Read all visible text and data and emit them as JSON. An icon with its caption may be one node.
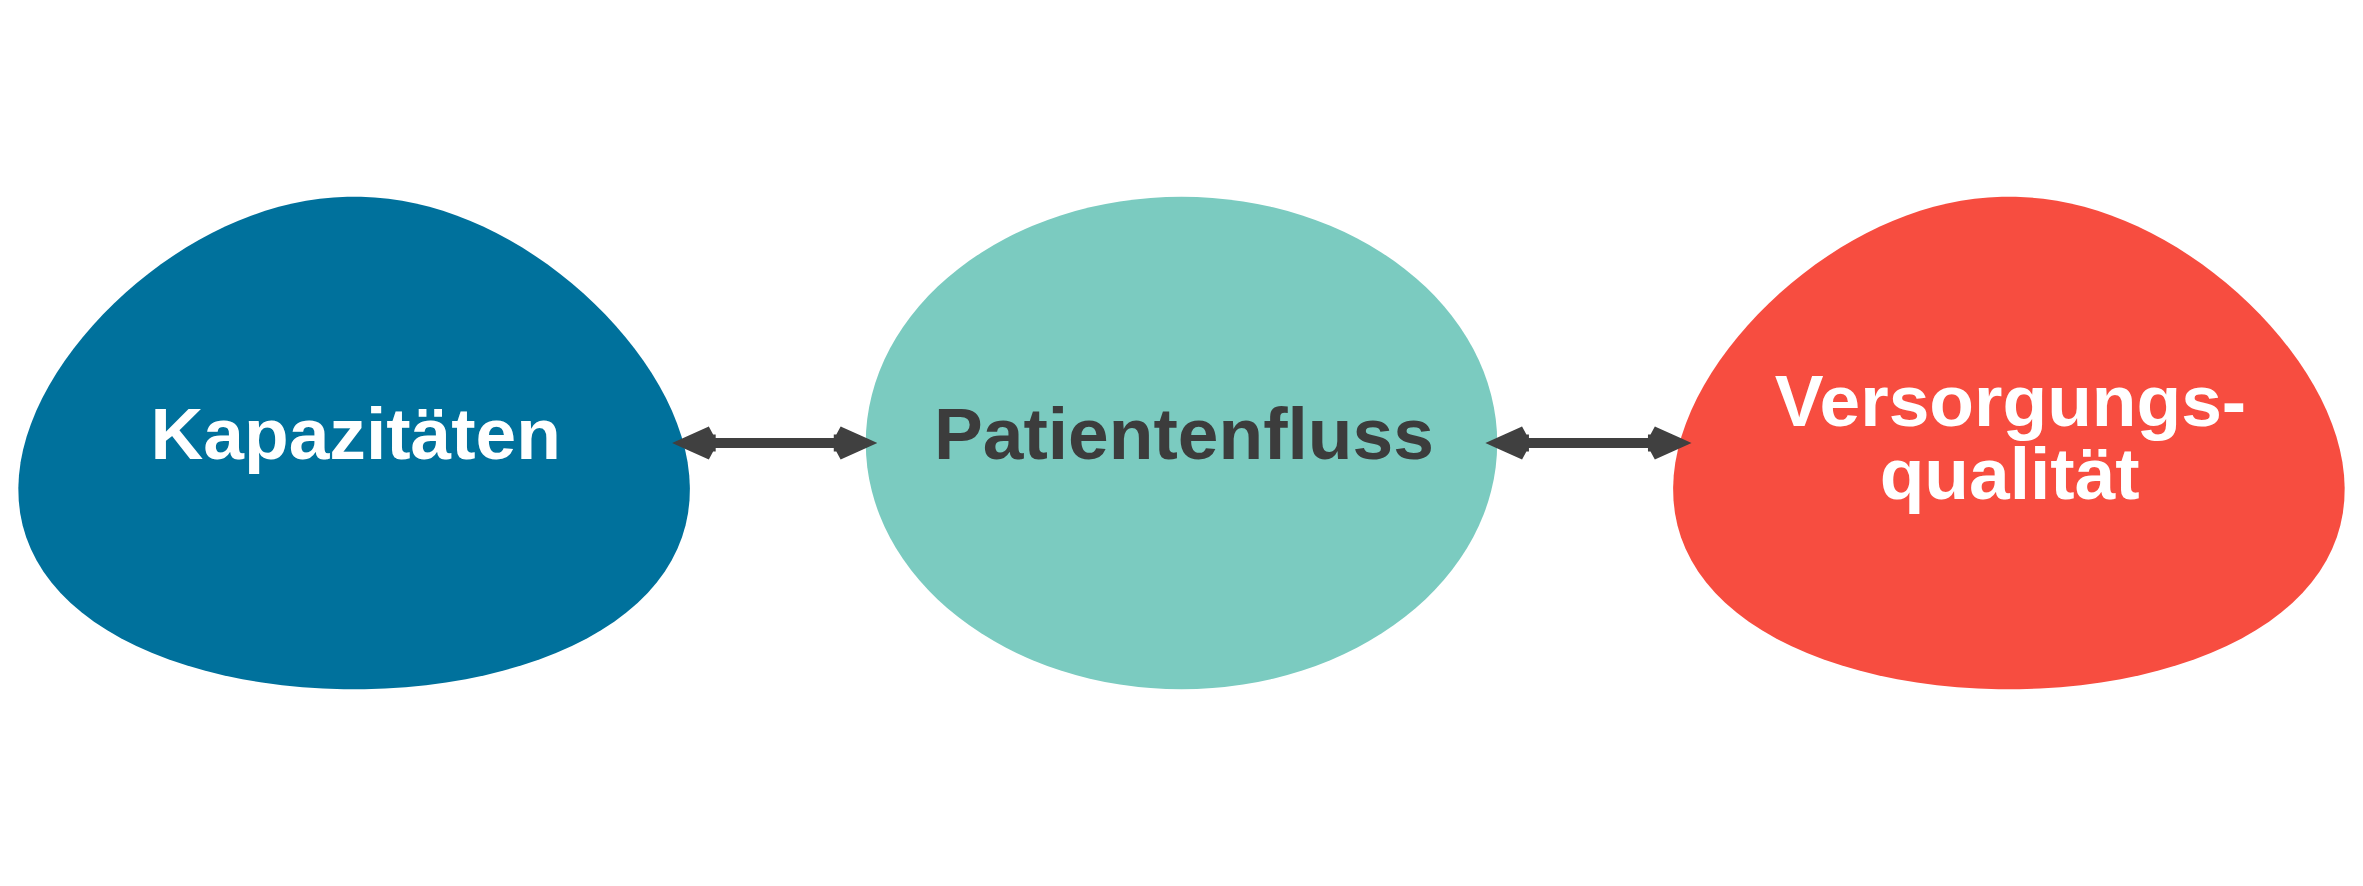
{
  "diagram": {
    "nodes": [
      {
        "text": [
          "Kapazitäten"
        ]
      },
      {
        "text": [
          "Patientenfluss"
        ]
      },
      {
        "text": [
          "Versorgungs- qualität"
        ]
      }
    ],
    "edges": [
      {
        "from": 0,
        "to": 1,
        "arrow": "both"
      },
      {
        "from": 1,
        "to": 2,
        "arrow": "both"
      }
    ]
  }
}
